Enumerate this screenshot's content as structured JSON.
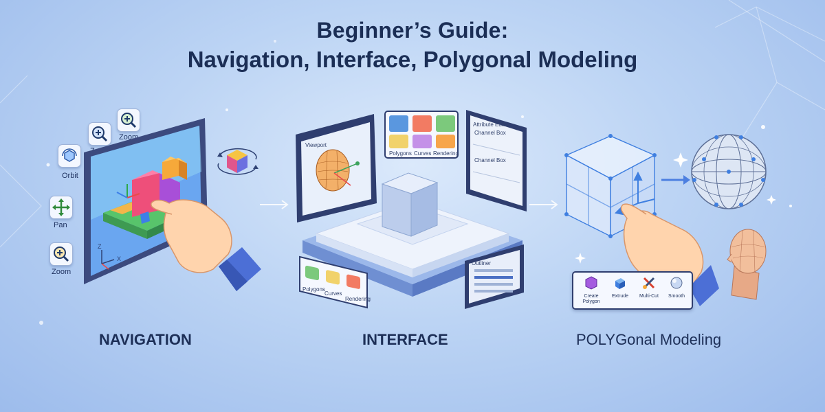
{
  "title": {
    "line1": "Beginner’s Guide:",
    "line2_regular": "Navigation, Interface, ",
    "line2_bold": "Polygonal Modeling"
  },
  "sections": {
    "navigation": {
      "label": "NAVIGATION",
      "tools": [
        {
          "label": "Zoom",
          "icon": "zoom-icon"
        },
        {
          "label": "Zoom",
          "icon": "zoom-icon"
        },
        {
          "label": "Orbit",
          "icon": "orbit-icon"
        },
        {
          "label": "Pan",
          "icon": "pan-icon"
        },
        {
          "label": "Zoom",
          "icon": "zoom-icon"
        }
      ],
      "axes": {
        "z": "Z",
        "x": "X"
      }
    },
    "interface": {
      "label": "INTERFACE",
      "panel_viewport": "Viewport",
      "top_tiles": [
        "Polygons",
        "Curves",
        "Rendering"
      ],
      "right_panel": {
        "line1": "Attribute Editor",
        "line2": "Channel Box"
      },
      "bottom_tiles": [
        "Polygons",
        "Curves",
        "Rendering"
      ],
      "outliner": "Outliner"
    },
    "polygonal": {
      "label": "POLYGonal Modeling",
      "toolbar": [
        "Create Polygon",
        "Extrude",
        "Multi-Cut",
        "Smooth"
      ]
    }
  },
  "colors": {
    "accent_blue": "#3f7fe0",
    "hand_skin": "#ffd4ad",
    "sleeve": "#4c6fd6",
    "cube_red": "#ee4f7a",
    "cube_orange": "#f6a93a",
    "ground_green": "#58c46b"
  }
}
